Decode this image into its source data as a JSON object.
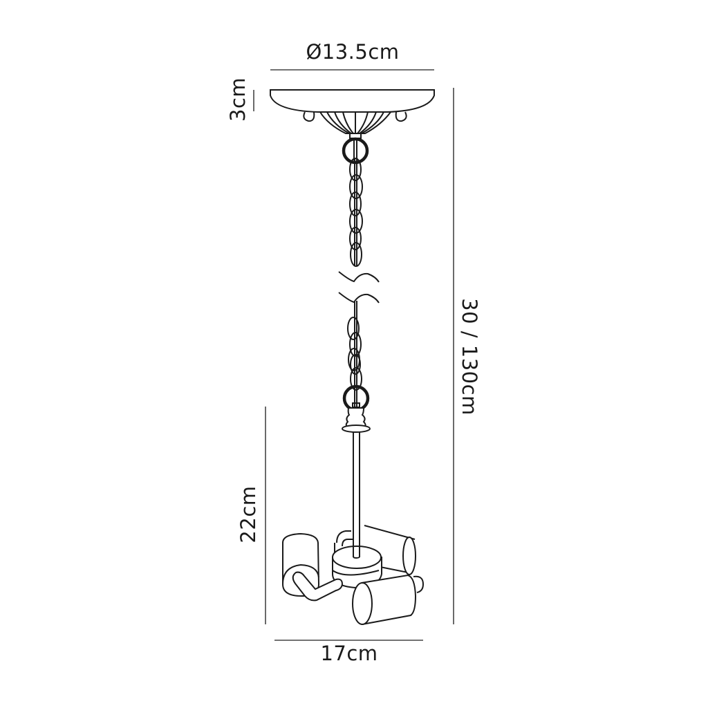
{
  "diagram": {
    "type": "technical-dimension-drawing",
    "subject": "pendant light fixture with chain and 4 spotlight heads",
    "line_color": "#1a1a1a",
    "dimension_line_color": "#444444"
  },
  "dimensions": {
    "ceiling_plate_diameter": "Ø13.5cm",
    "ceiling_plate_height": "3cm",
    "overall_height": "30 / 130cm",
    "fixture_body_height": "22cm",
    "fixture_body_width": "17cm"
  }
}
